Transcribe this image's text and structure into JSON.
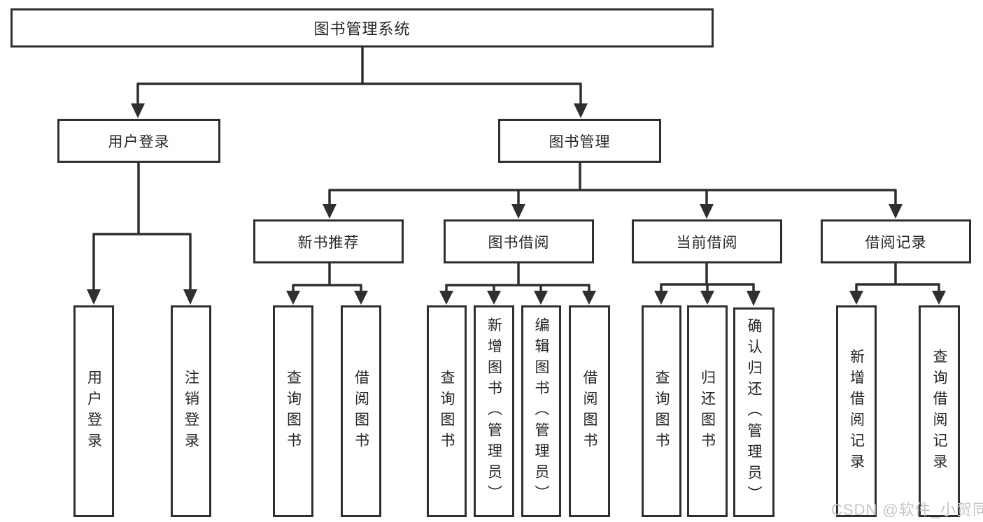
{
  "tree": {
    "root": {
      "label": "图书管理系统"
    },
    "branches": [
      {
        "label": "用户登录",
        "leaves": [
          {
            "label": "用户登录"
          },
          {
            "label": "注销登录"
          }
        ]
      },
      {
        "label": "图书管理",
        "groups": [
          {
            "label": "新书推荐",
            "leaves": [
              {
                "label": "查询图书"
              },
              {
                "label": "借阅图书"
              }
            ]
          },
          {
            "label": "图书借阅",
            "leaves": [
              {
                "label": "查询图书"
              },
              {
                "label": "新增图书（管理员）"
              },
              {
                "label": "编辑图书（管理员）"
              },
              {
                "label": "借阅图书"
              }
            ]
          },
          {
            "label": "当前借阅",
            "leaves": [
              {
                "label": "查询图书"
              },
              {
                "label": "归还图书"
              },
              {
                "label": "确认归还（管理员）"
              }
            ]
          },
          {
            "label": "借阅记录",
            "leaves": [
              {
                "label": "新增借阅记录"
              },
              {
                "label": "查询借阅记录"
              }
            ]
          }
        ]
      }
    ]
  },
  "watermark": {
    "text": "CSDN @软件_小贺同学",
    "color": "#c6c6c6"
  },
  "colors": {
    "line": "#2f2f2f",
    "text": "#262626",
    "background": "#ffffff"
  }
}
